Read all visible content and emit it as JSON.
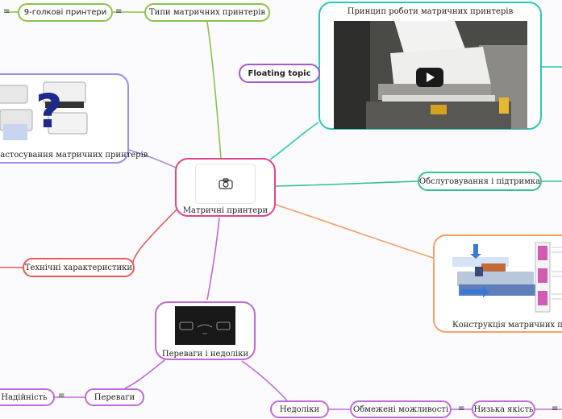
{
  "colors": {
    "central": "#e0468a",
    "types": "#8cc34a",
    "video": "#2bc7b8",
    "floating": "#a258d6",
    "usage": "#a38be8",
    "service": "#34c28f",
    "tech": "#ec5a5a",
    "construct": "#f5a06a",
    "proscons": "#c06ad8"
  },
  "central": {
    "label": "Матричні принтери",
    "icon": "camera-icon"
  },
  "nodes": {
    "types": "Типи матричних принтерів",
    "pin9": "9-голкові принтери",
    "video_title": "Принцип роботи матричних принтерів",
    "floating": "Floating topic",
    "usage": "Застосування матричних  принтерів",
    "service": "Обслуговування і підтримка",
    "tech": "Технічні характеристики",
    "construct": "Конструкція матричних принтерів",
    "proscons": "Переваги і недоліки",
    "pros": "Переваги",
    "reliability": "Надійність",
    "cons": "Недоліки",
    "limited": "Обмежені можливості",
    "lowquality": "Низька якість"
  },
  "collapse_glyph": "≡"
}
